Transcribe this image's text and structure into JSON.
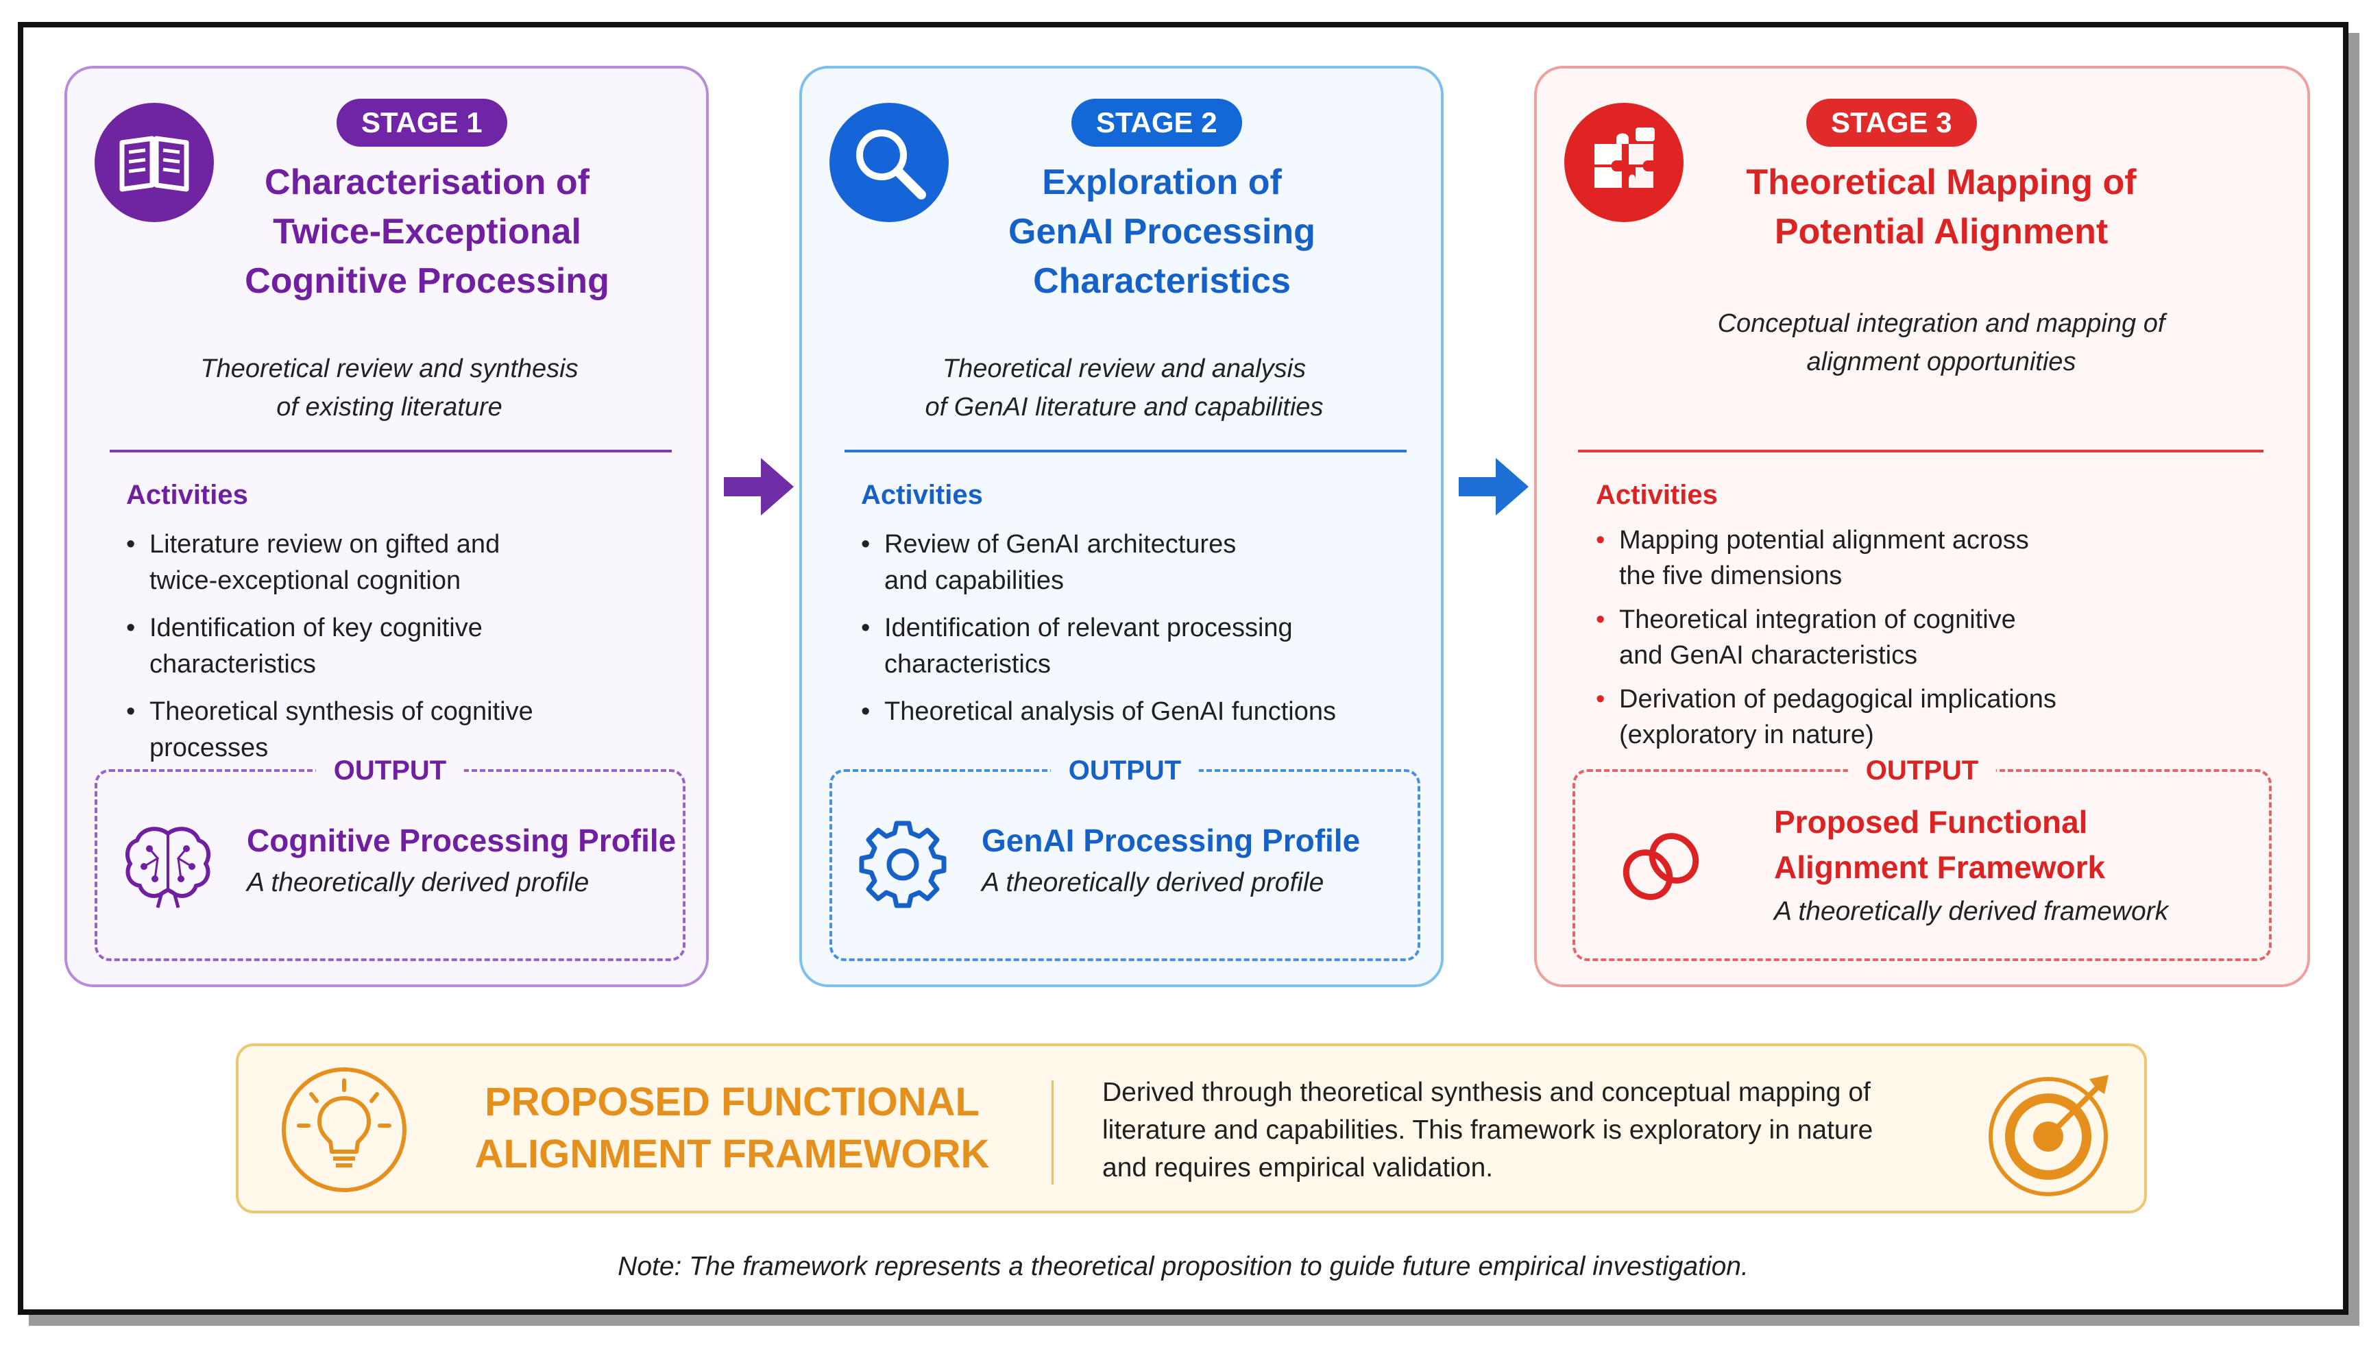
{
  "stages": [
    {
      "badge": "STAGE 1",
      "title": "Characterisation of\nTwice-Exceptional\nCognitive Processing",
      "subtitle": "Theoretical review and synthesis\nof existing literature",
      "activities_label": "Activities",
      "activities": [
        "Literature review on gifted and\ntwice-exceptional cognition",
        "Identification of key cognitive\ncharacteristics",
        "Theoretical synthesis of cognitive\nprocesses"
      ],
      "output_label": "OUTPUT",
      "output_title": "Cognitive Processing Profile",
      "output_desc": "A theoretically derived profile",
      "color": "#6f1fa0",
      "icon": "book-icon",
      "output_icon": "brain-icon"
    },
    {
      "badge": "STAGE 2",
      "title": "Exploration of\nGenAI Processing\nCharacteristics",
      "subtitle": "Theoretical review and analysis\nof GenAI literature and capabilities",
      "activities_label": "Activities",
      "activities": [
        "Review of GenAI architectures\nand capabilities",
        "Identification of relevant processing\ncharacteristics",
        "Theoretical analysis of GenAI functions"
      ],
      "output_label": "OUTPUT",
      "output_title": "GenAI Processing Profile",
      "output_desc": "A theoretically derived profile",
      "color": "#1561c8",
      "icon": "magnifier-icon",
      "output_icon": "gear-icon"
    },
    {
      "badge": "STAGE 3",
      "title": "Theoretical Mapping of\nPotential Alignment",
      "subtitle": "Conceptual integration and mapping of\nalignment opportunities",
      "activities_label": "Activities",
      "activities": [
        "Mapping potential alignment across\nthe five dimensions",
        "Theoretical integration of cognitive\nand GenAI characteristics",
        "Derivation of pedagogical implications\n(exploratory in nature)"
      ],
      "output_label": "OUTPUT",
      "output_title": "Proposed Functional\nAlignment Framework",
      "output_desc": "A theoretically derived framework",
      "color": "#dc2323",
      "icon": "puzzle-icon",
      "output_icon": "chain-link-icon"
    }
  ],
  "summary": {
    "title": "PROPOSED FUNCTIONAL\nALIGNMENT FRAMEWORK",
    "text": "Derived through theoretical synthesis and conceptual mapping of\nliterature and capabilities. This framework is exploratory in nature\nand requires empirical validation.",
    "color": "#e5901d",
    "left_icon": "lightbulb-icon",
    "right_icon": "target-icon"
  },
  "note": "Note: The framework represents a theoretical proposition to guide future empirical investigation.",
  "arrow_colors": [
    "#6f2ea6",
    "#1e6fd6"
  ]
}
